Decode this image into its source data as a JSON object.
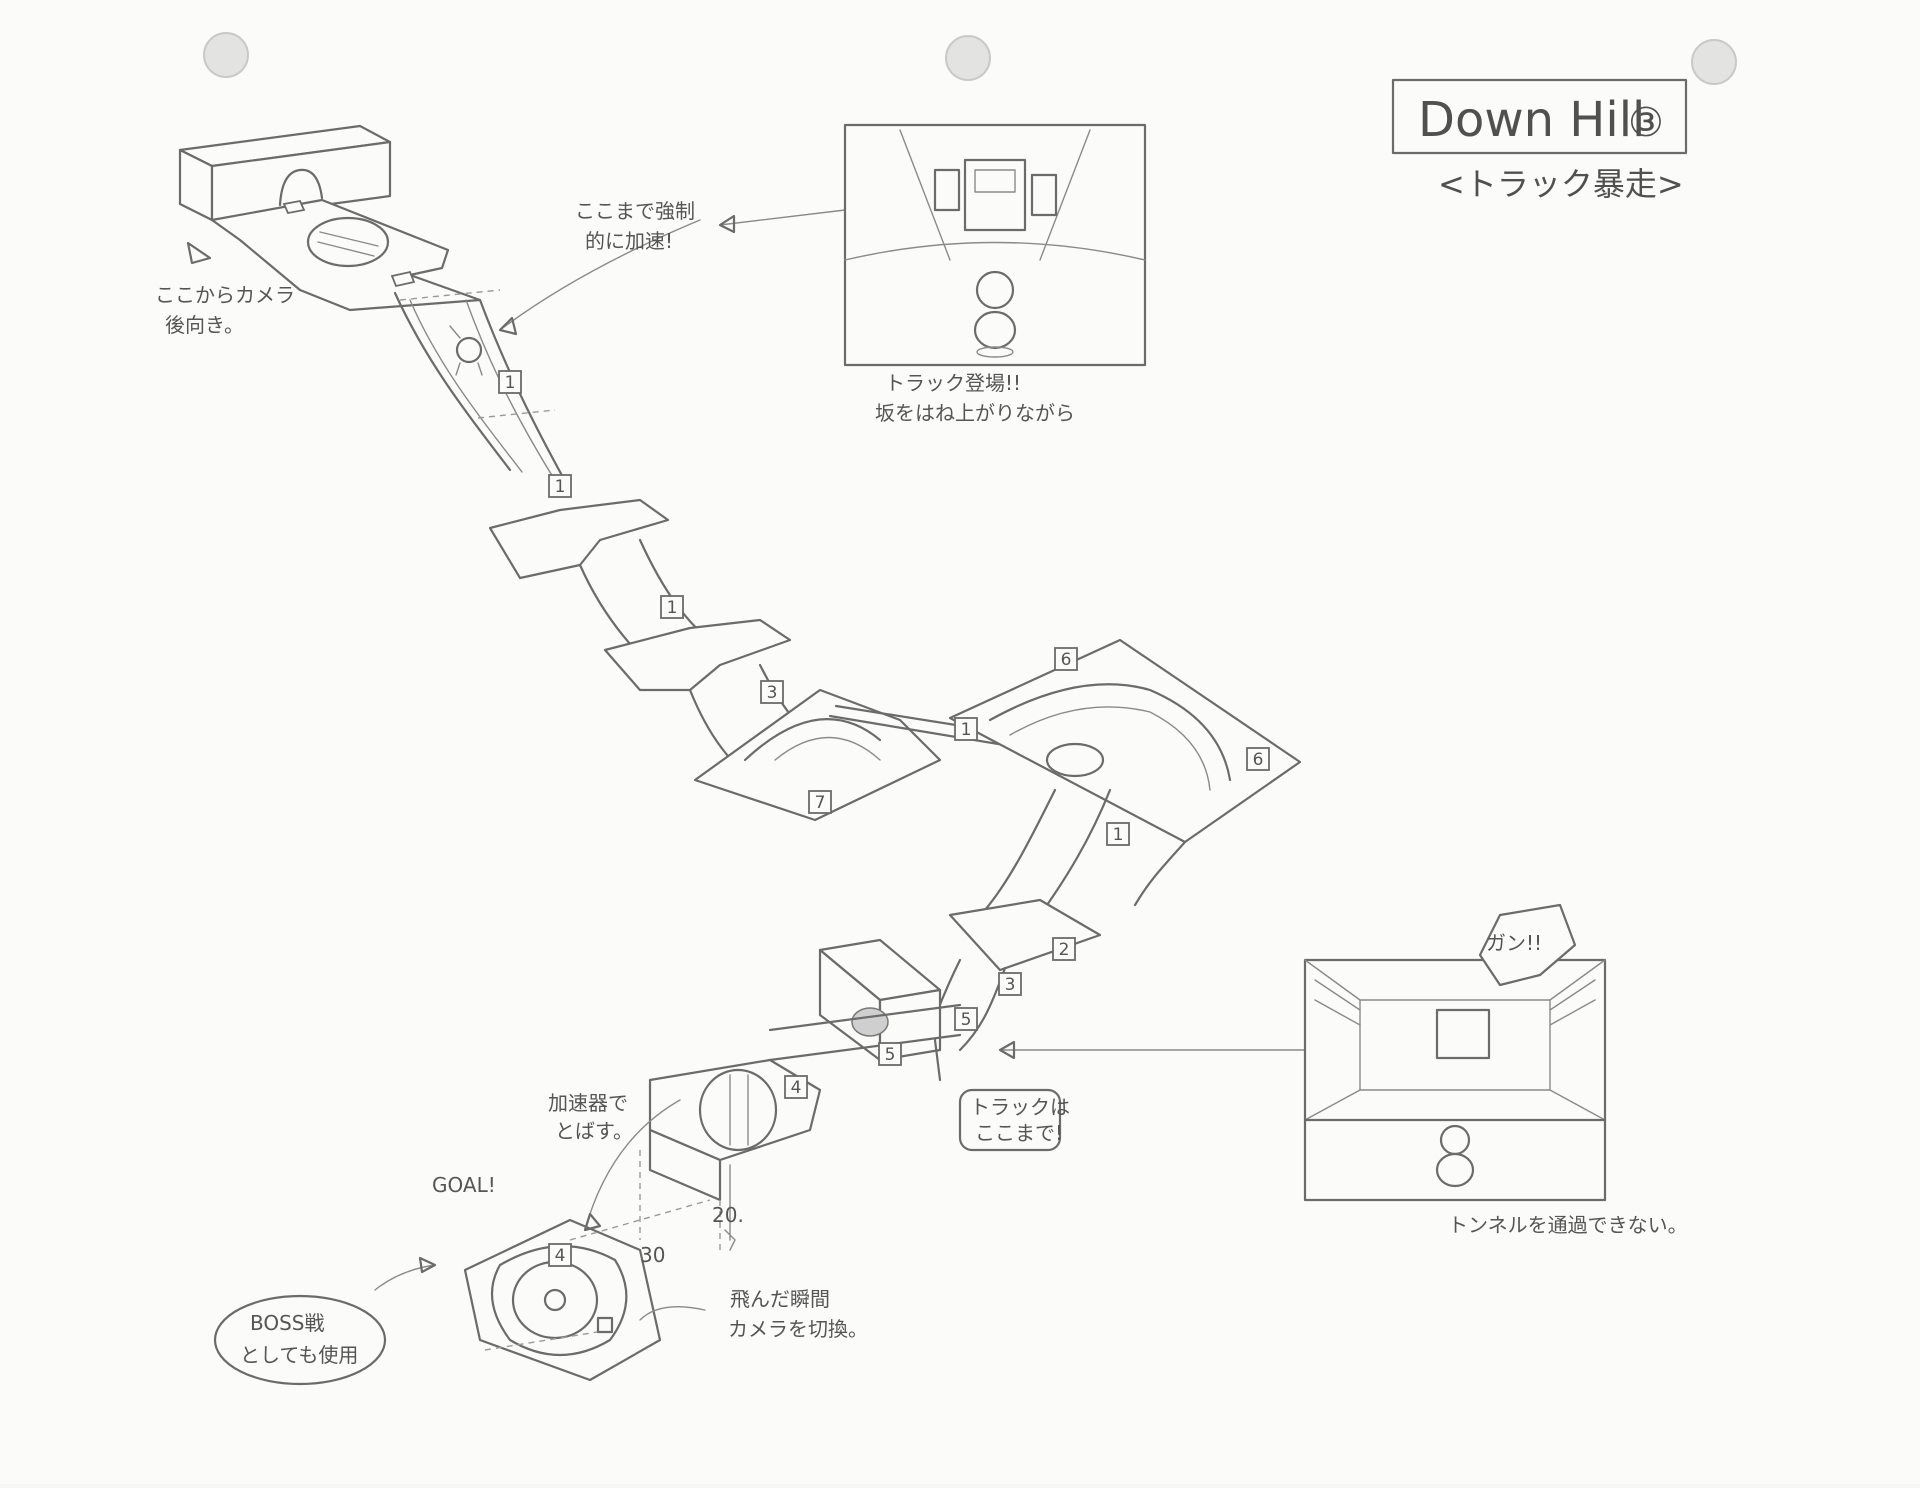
{
  "title": {
    "main": "Down Hill",
    "number": "③",
    "subtitle": "<トラック暴走>"
  },
  "notes": {
    "camera_behind": [
      "ここからカメラ",
      "後向き。"
    ],
    "forced_accel": [
      "ここまで強制",
      "的に加速!"
    ],
    "truck_appears": [
      "トラック登場!!",
      "坂をはね上がりながら"
    ],
    "truck_stops": [
      "トラックは",
      "ここまで!"
    ],
    "accel_jump": [
      "加速器で",
      "とばす。"
    ],
    "goal": "GOAL!",
    "height": "20.",
    "distance": "30",
    "camera_switch": [
      "飛んだ瞬間",
      "カメラを切換。"
    ],
    "boss_stage": [
      "BOSS戦",
      "としても使用"
    ],
    "tunnel_note": "トンネルを通過できない。",
    "impact_sfx": "ガン!!"
  },
  "markers": [
    "1",
    "1",
    "1",
    "3",
    "7",
    "1",
    "6",
    "6",
    "1",
    "2",
    "3",
    "5",
    "5",
    "4",
    "4"
  ],
  "icons": [
    "truck-icon",
    "player-character-icon",
    "accelerator-pad-icon",
    "goal-ring-icon",
    "tunnel-icon",
    "arrow-icon"
  ]
}
